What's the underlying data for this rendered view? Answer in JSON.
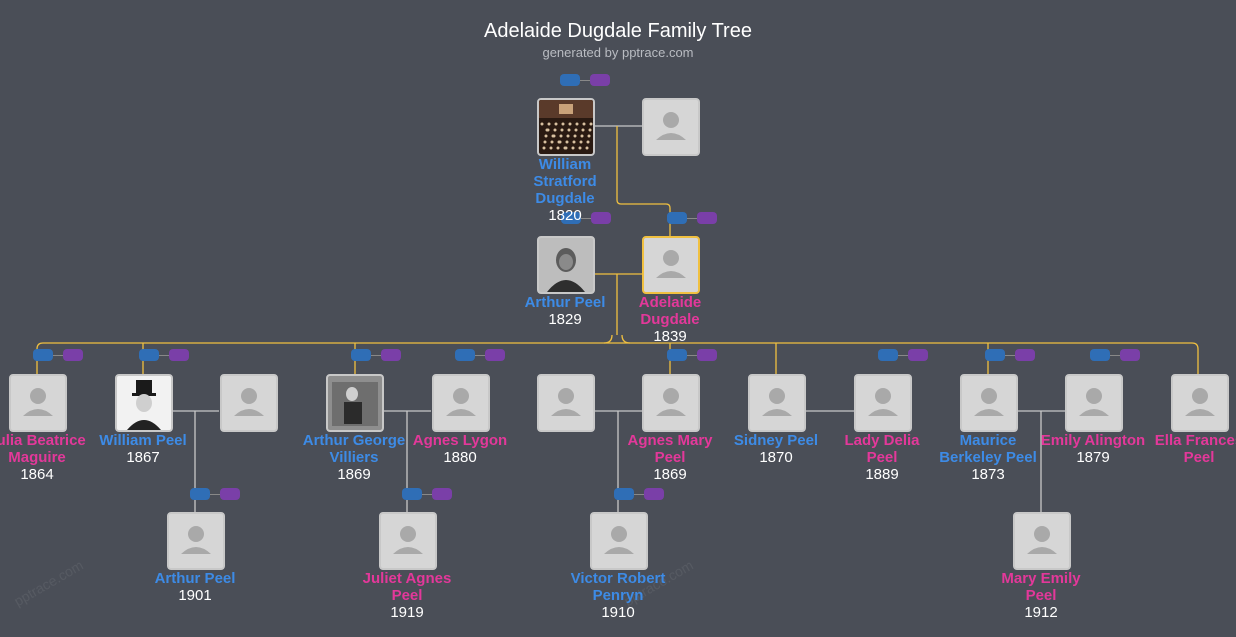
{
  "header": {
    "title": "Adelaide Dugdale Family Tree",
    "subtitle": "generated by pptrace.com"
  },
  "colors": {
    "background": "#4a4e57",
    "male": "#3d8be6",
    "female": "#e3389a",
    "highlight_line": "#f0c040",
    "line": "#c8c8c8"
  },
  "watermark": "pptrace.com",
  "people": [
    {
      "id": "wsd",
      "name": "William Stratford Dugdale",
      "year": "1820",
      "sex": "m",
      "photo": "hall"
    },
    {
      "id": "wsd_sp",
      "name": "",
      "year": "",
      "sex": "f",
      "photo": "placeholder"
    },
    {
      "id": "ap",
      "name": "Arthur Peel",
      "year": "1829",
      "sex": "m",
      "photo": "portrait"
    },
    {
      "id": "ad",
      "name": "Adelaide Dugdale",
      "year": "1839",
      "sex": "f",
      "photo": "placeholder"
    },
    {
      "id": "jbm",
      "name": "Julia Beatrice Maguire",
      "year": "1864",
      "sex": "f",
      "photo": "placeholder"
    },
    {
      "id": "wp",
      "name": "William Peel",
      "year": "1867",
      "sex": "m",
      "photo": "tophat"
    },
    {
      "id": "wp_sp",
      "name": "",
      "year": "",
      "sex": "f",
      "photo": "placeholder"
    },
    {
      "id": "agv",
      "name": "Arthur George Villiers",
      "year": "1869",
      "sex": "m",
      "photo": "seated"
    },
    {
      "id": "al",
      "name": "Agnes Lygon",
      "year": "1880",
      "sex": "f",
      "photo": "placeholder"
    },
    {
      "id": "amp_sp",
      "name": "",
      "year": "",
      "sex": "m",
      "photo": "placeholder"
    },
    {
      "id": "amp",
      "name": "Agnes Mary Peel",
      "year": "1869",
      "sex": "f",
      "photo": "placeholder"
    },
    {
      "id": "sp",
      "name": "Sidney Peel",
      "year": "1870",
      "sex": "m",
      "photo": "placeholder"
    },
    {
      "id": "ldp",
      "name": "Lady Delia Peel",
      "year": "1889",
      "sex": "f",
      "photo": "placeholder"
    },
    {
      "id": "mbp",
      "name": "Maurice Berkeley Peel",
      "year": "1873",
      "sex": "m",
      "photo": "placeholder"
    },
    {
      "id": "ea",
      "name": "Emily Alington",
      "year": "1879",
      "sex": "f",
      "photo": "placeholder"
    },
    {
      "id": "efp",
      "name": "Ella Frances Peel",
      "year": "",
      "sex": "f",
      "photo": "placeholder"
    },
    {
      "id": "ap2",
      "name": "Arthur Peel",
      "year": "1901",
      "sex": "m",
      "photo": "placeholder"
    },
    {
      "id": "jap",
      "name": "Juliet Agnes Peel",
      "year": "1919",
      "sex": "f",
      "photo": "placeholder"
    },
    {
      "id": "vrp",
      "name": "Victor Robert Penryn",
      "year": "1910",
      "sex": "m",
      "photo": "placeholder"
    },
    {
      "id": "mep",
      "name": "Mary Emily Peel",
      "year": "1912",
      "sex": "f",
      "photo": "placeholder"
    }
  ]
}
